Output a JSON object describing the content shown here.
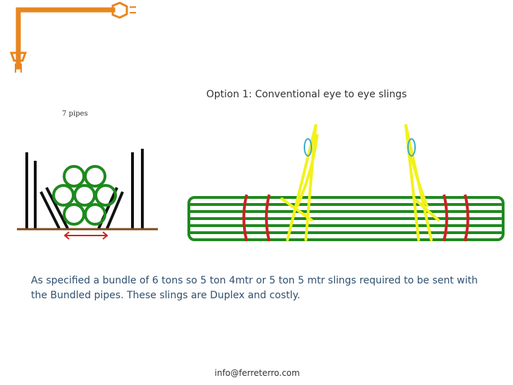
{
  "slide": {
    "title": "Option 1: Conventional eye to eye slings",
    "pipes_caption": "7 pipes",
    "body_text": "As specified a bundle of 6 tons so 5 ton 4mtr or 5 ton 5 mtr slings required to be sent with the Bundled pipes. These slings are Duplex and costly.",
    "footer_email": "info@ferreterro.com"
  },
  "colors": {
    "logo_orange": "#e8861f",
    "pipe_green": "#1e8a1e",
    "sling_yellow": "#f2f21a",
    "band_red": "#cc2222",
    "text_blue": "#2f4f6f"
  },
  "icons": {
    "corner_logo": "orange-hook-lamp-icon"
  }
}
